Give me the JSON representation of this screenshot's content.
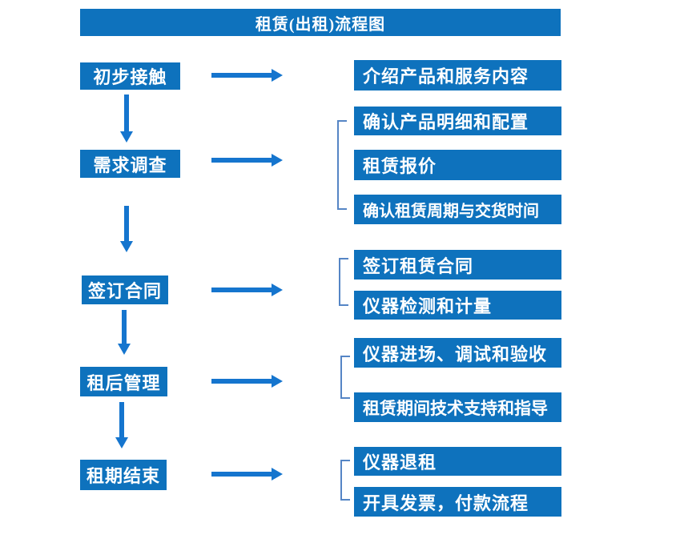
{
  "title": "租赁(出租)流程图",
  "colors": {
    "box": "#0E72BD",
    "arrow": "#1575CE",
    "bracket": "#5585C5",
    "text_on_box": "#FFFFFF",
    "background": "#FFFFFF"
  },
  "steps": [
    {
      "label": "初步接触",
      "details": [
        "介绍产品和服务内容"
      ]
    },
    {
      "label": "需求调查",
      "details": [
        "确认产品明细和配置",
        "租赁报价",
        "确认租赁周期与交货时间"
      ]
    },
    {
      "label": "签订合同",
      "details": [
        "签订租赁合同",
        "仪器检测和计量"
      ]
    },
    {
      "label": "租后管理",
      "details": [
        "仪器进场、调试和验收",
        "租赁期间技术支持和指导"
      ]
    },
    {
      "label": "租期结束",
      "details": [
        "仪器退租",
        "开具发票，付款流程"
      ]
    }
  ]
}
